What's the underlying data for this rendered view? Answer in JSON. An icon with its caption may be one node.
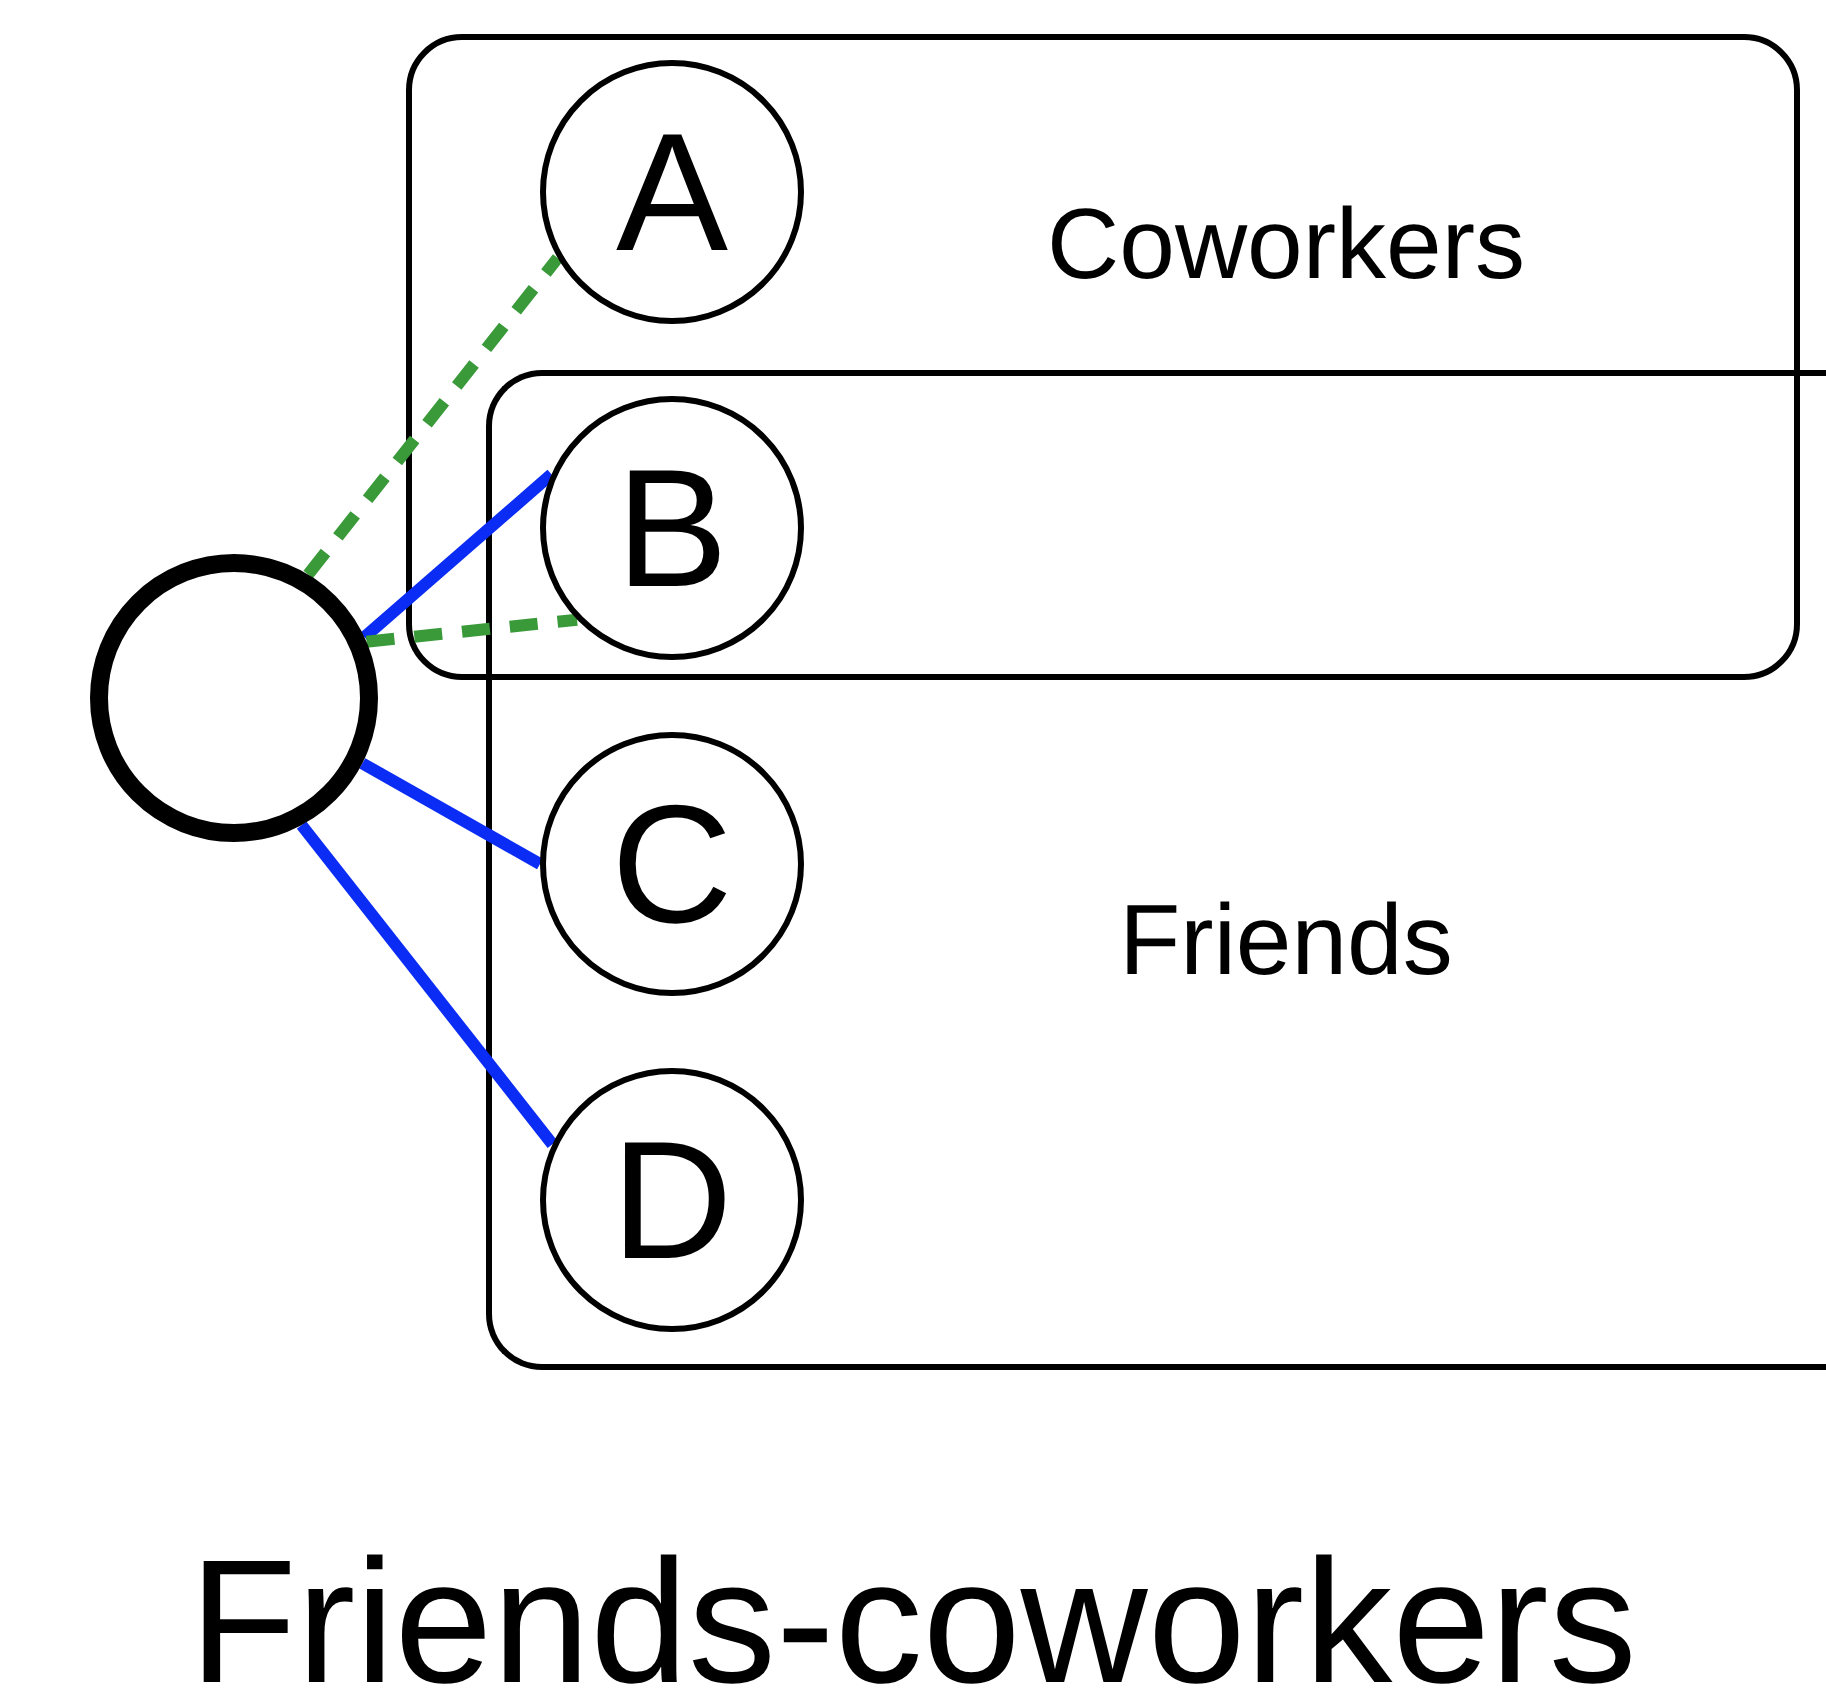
{
  "diagram": {
    "caption": "Friends-coworkers",
    "nodes": [
      {
        "text": [
          "Coworkers"
        ]
      },
      {
        "text": [
          "Friends"
        ]
      },
      {
        "text": [
          "A"
        ],
        "in": 0
      },
      {
        "text": [
          "B"
        ]
      },
      {
        "text": [
          "C"
        ],
        "in": 1
      },
      {
        "text": [
          "D"
        ],
        "in": 1
      },
      {
        "text": [],
        "shape": "circle"
      }
    ],
    "edges": [
      {
        "from": 6,
        "to": 2,
        "arrow": "none",
        "style": "dashed",
        "color": "#3a9a3a"
      },
      {
        "from": 6,
        "to": 3,
        "arrow": "none"
      },
      {
        "from": 6,
        "to": 3,
        "arrow": "none",
        "style": "dashed",
        "color": "#3a9a3a"
      },
      {
        "from": 6,
        "to": 4,
        "arrow": "none"
      },
      {
        "from": 6,
        "to": 5,
        "arrow": "none"
      }
    ]
  }
}
